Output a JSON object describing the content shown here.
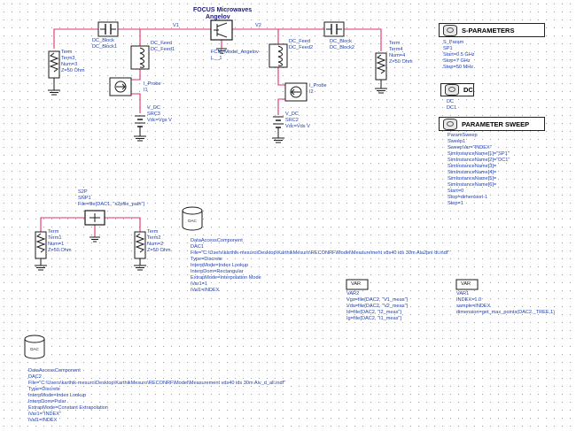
{
  "colors": {
    "wire": "#e0306a",
    "component": "#1a1a1a",
    "label": "#1f3fb0",
    "grid": "#9aa0a6"
  },
  "focus_title": {
    "line1": "FOCUS Microwaves",
    "line2": "Angelov"
  },
  "nets": {
    "v1": "V1",
    "v2": "V2"
  },
  "term3": {
    "lines": [
      "Term",
      "Term3",
      "Num=3",
      "Z=50 Ohm"
    ]
  },
  "dc_block1": {
    "lines": [
      "DC_Block",
      "DC_Block1"
    ]
  },
  "dc_feed1": {
    "lines": [
      "DC_Feed",
      "DC_Feed1"
    ]
  },
  "focus_model": {
    "lines": [
      "FCM_Model_Angelov",
      "L__1"
    ]
  },
  "i_probe1": {
    "lines": [
      "I_Probe",
      "I1"
    ]
  },
  "v_dc3": {
    "lines": [
      "V_DC",
      "SRC3",
      "Vdc=Vgs V"
    ]
  },
  "dc_feed2": {
    "lines": [
      "DC_Feed",
      "DC_Feed2"
    ]
  },
  "dc_block2": {
    "lines": [
      "DC_Block",
      "DC_Block2"
    ]
  },
  "term4": {
    "lines": [
      "Term",
      "Term4",
      "Num=4",
      "Z=50 Ohm"
    ]
  },
  "i_probe2": {
    "lines": [
      "I_Probe",
      "I2"
    ]
  },
  "v_dc2": {
    "lines": [
      "V_DC",
      "SRC2",
      "Vdc=Vds V"
    ]
  },
  "s_params_panel": {
    "label": "S-PARAMETERS"
  },
  "s_param": {
    "lines": [
      "S_Param",
      "SP1",
      "Start=0.5 GHz",
      "Stop=7 GHz",
      "Step=50 MHz"
    ]
  },
  "dc_panel": {
    "label": "DC"
  },
  "dc_sim": {
    "lines": [
      "DC",
      "DC1"
    ]
  },
  "param_sweep_panel": {
    "label": "PARAMETER SWEEP"
  },
  "param_sweep": {
    "lines": [
      "ParamSweep",
      "Sweep1",
      "SweepVar=\"INDEX\"",
      "SimInstanceName[1]=\"SP1\"",
      "SimInstanceName[2]=\"DC1\"",
      "SimInstanceName[3]=",
      "SimInstanceName[4]=",
      "SimInstanceName[5]=",
      "SimInstanceName[6]=",
      "Start=0",
      "Stop=dimension-1",
      "Step=1"
    ]
  },
  "s2p": {
    "lines": [
      "S2P",
      "SNP1",
      "File=file{DAC1, \"s2pfile_path\"}"
    ]
  },
  "term1": {
    "lines": [
      "Term",
      "Term1",
      "Num=1",
      "Z=50 Ohm"
    ]
  },
  "term2": {
    "lines": [
      "Term",
      "Term2",
      "Num=2",
      "Z=50 Ohm"
    ]
  },
  "dac1": {
    "icon_text": "DAC",
    "lines": [
      "DataAccessComponent",
      "DAC1",
      "File=\"C:\\Users\\karthik-mesuro\\Desktop\\KarthikMesuro\\RECONRF\\Model\\Measurement vds40 ids 30m Ala2pnl dt.indf\"",
      "Type=Discrete",
      "InterpMode=Index Lookup",
      "InterpDom=Rectangular",
      "ExtrapMode=Interpolation Mode",
      "iVar1=1",
      "iVal1=INDEX"
    ]
  },
  "var2": {
    "tag": "VAR",
    "lines": [
      "VAR2",
      "Vgs=file{DAC2, \"V1_meas\"}",
      "Vds=file{DAC2, \"V2_meas\"}",
      "Id=file{DAC2, \"I2_meas\"}",
      "Ig=file{DAC2, \"I1_meas\"}"
    ]
  },
  "var1": {
    "tag": "VAR",
    "lines": [
      "VAR1",
      "INDEX=1.0",
      "sample=INDEX",
      "dimension=get_max_points(DAC2._TREE,1)"
    ]
  },
  "dac2": {
    "icon_text": "DAC",
    "lines": [
      "DataAccessComponent",
      "DAC2",
      "File=\"C:\\Users\\karthik-mesuro\\Desktop\\KarthikMesuro\\RECONRF\\Model\\Measurement vds40 ids 30m Aiv_d_all.indf\"",
      "Type=Discrete",
      "InterpMode=Index Lookup",
      "InterpDom=Polar",
      "ExtrapMode=Constant Extrapolation",
      "iVar1=\"INDEX\"",
      "iVal1=INDEX"
    ]
  }
}
